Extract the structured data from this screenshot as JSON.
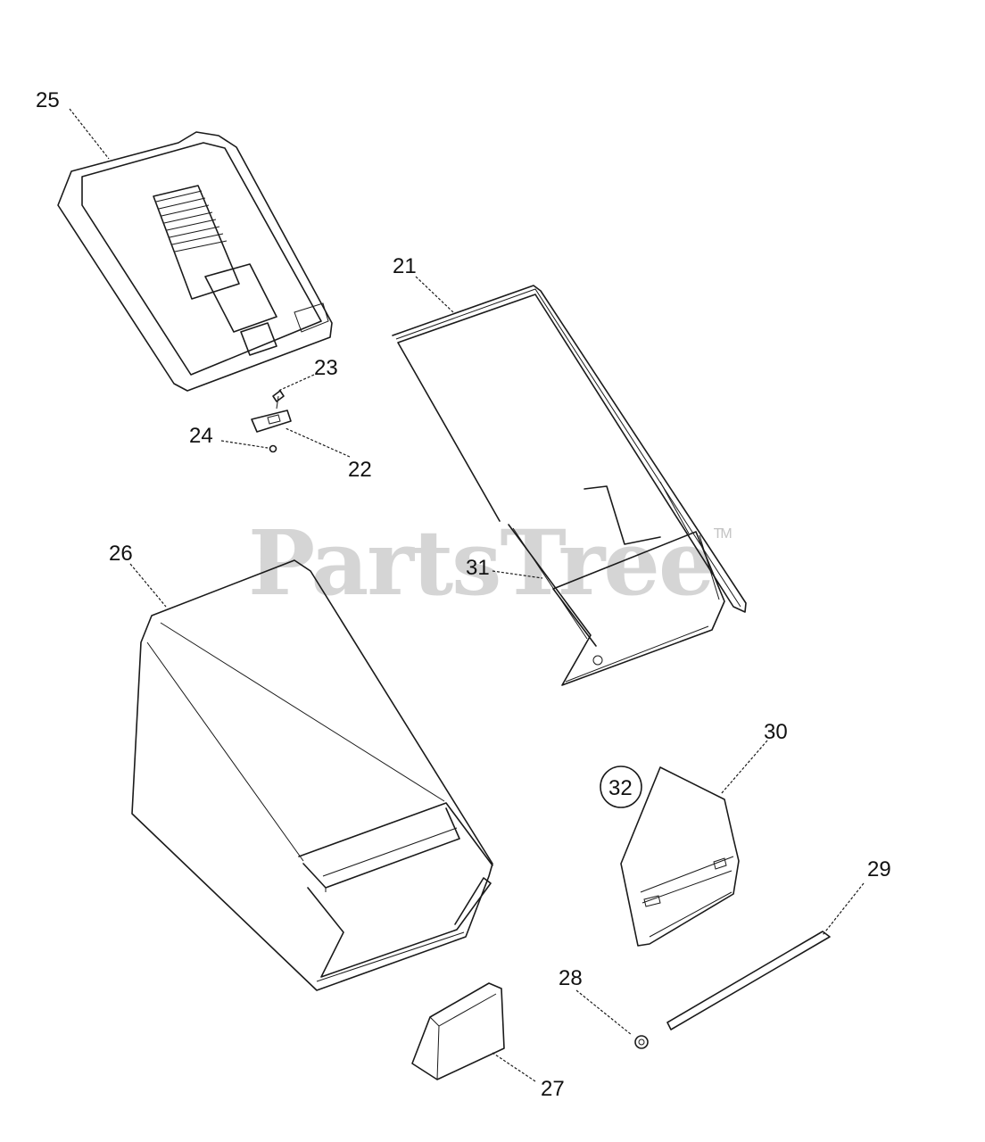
{
  "watermark": {
    "text": "PartsTree",
    "tm": "TM"
  },
  "callouts": {
    "p21": "21",
    "p22": "22",
    "p23": "23",
    "p24": "24",
    "p25": "25",
    "p26": "26",
    "p27": "27",
    "p28": "28",
    "p29": "29",
    "p30": "30",
    "p31": "31",
    "p32": "32"
  }
}
